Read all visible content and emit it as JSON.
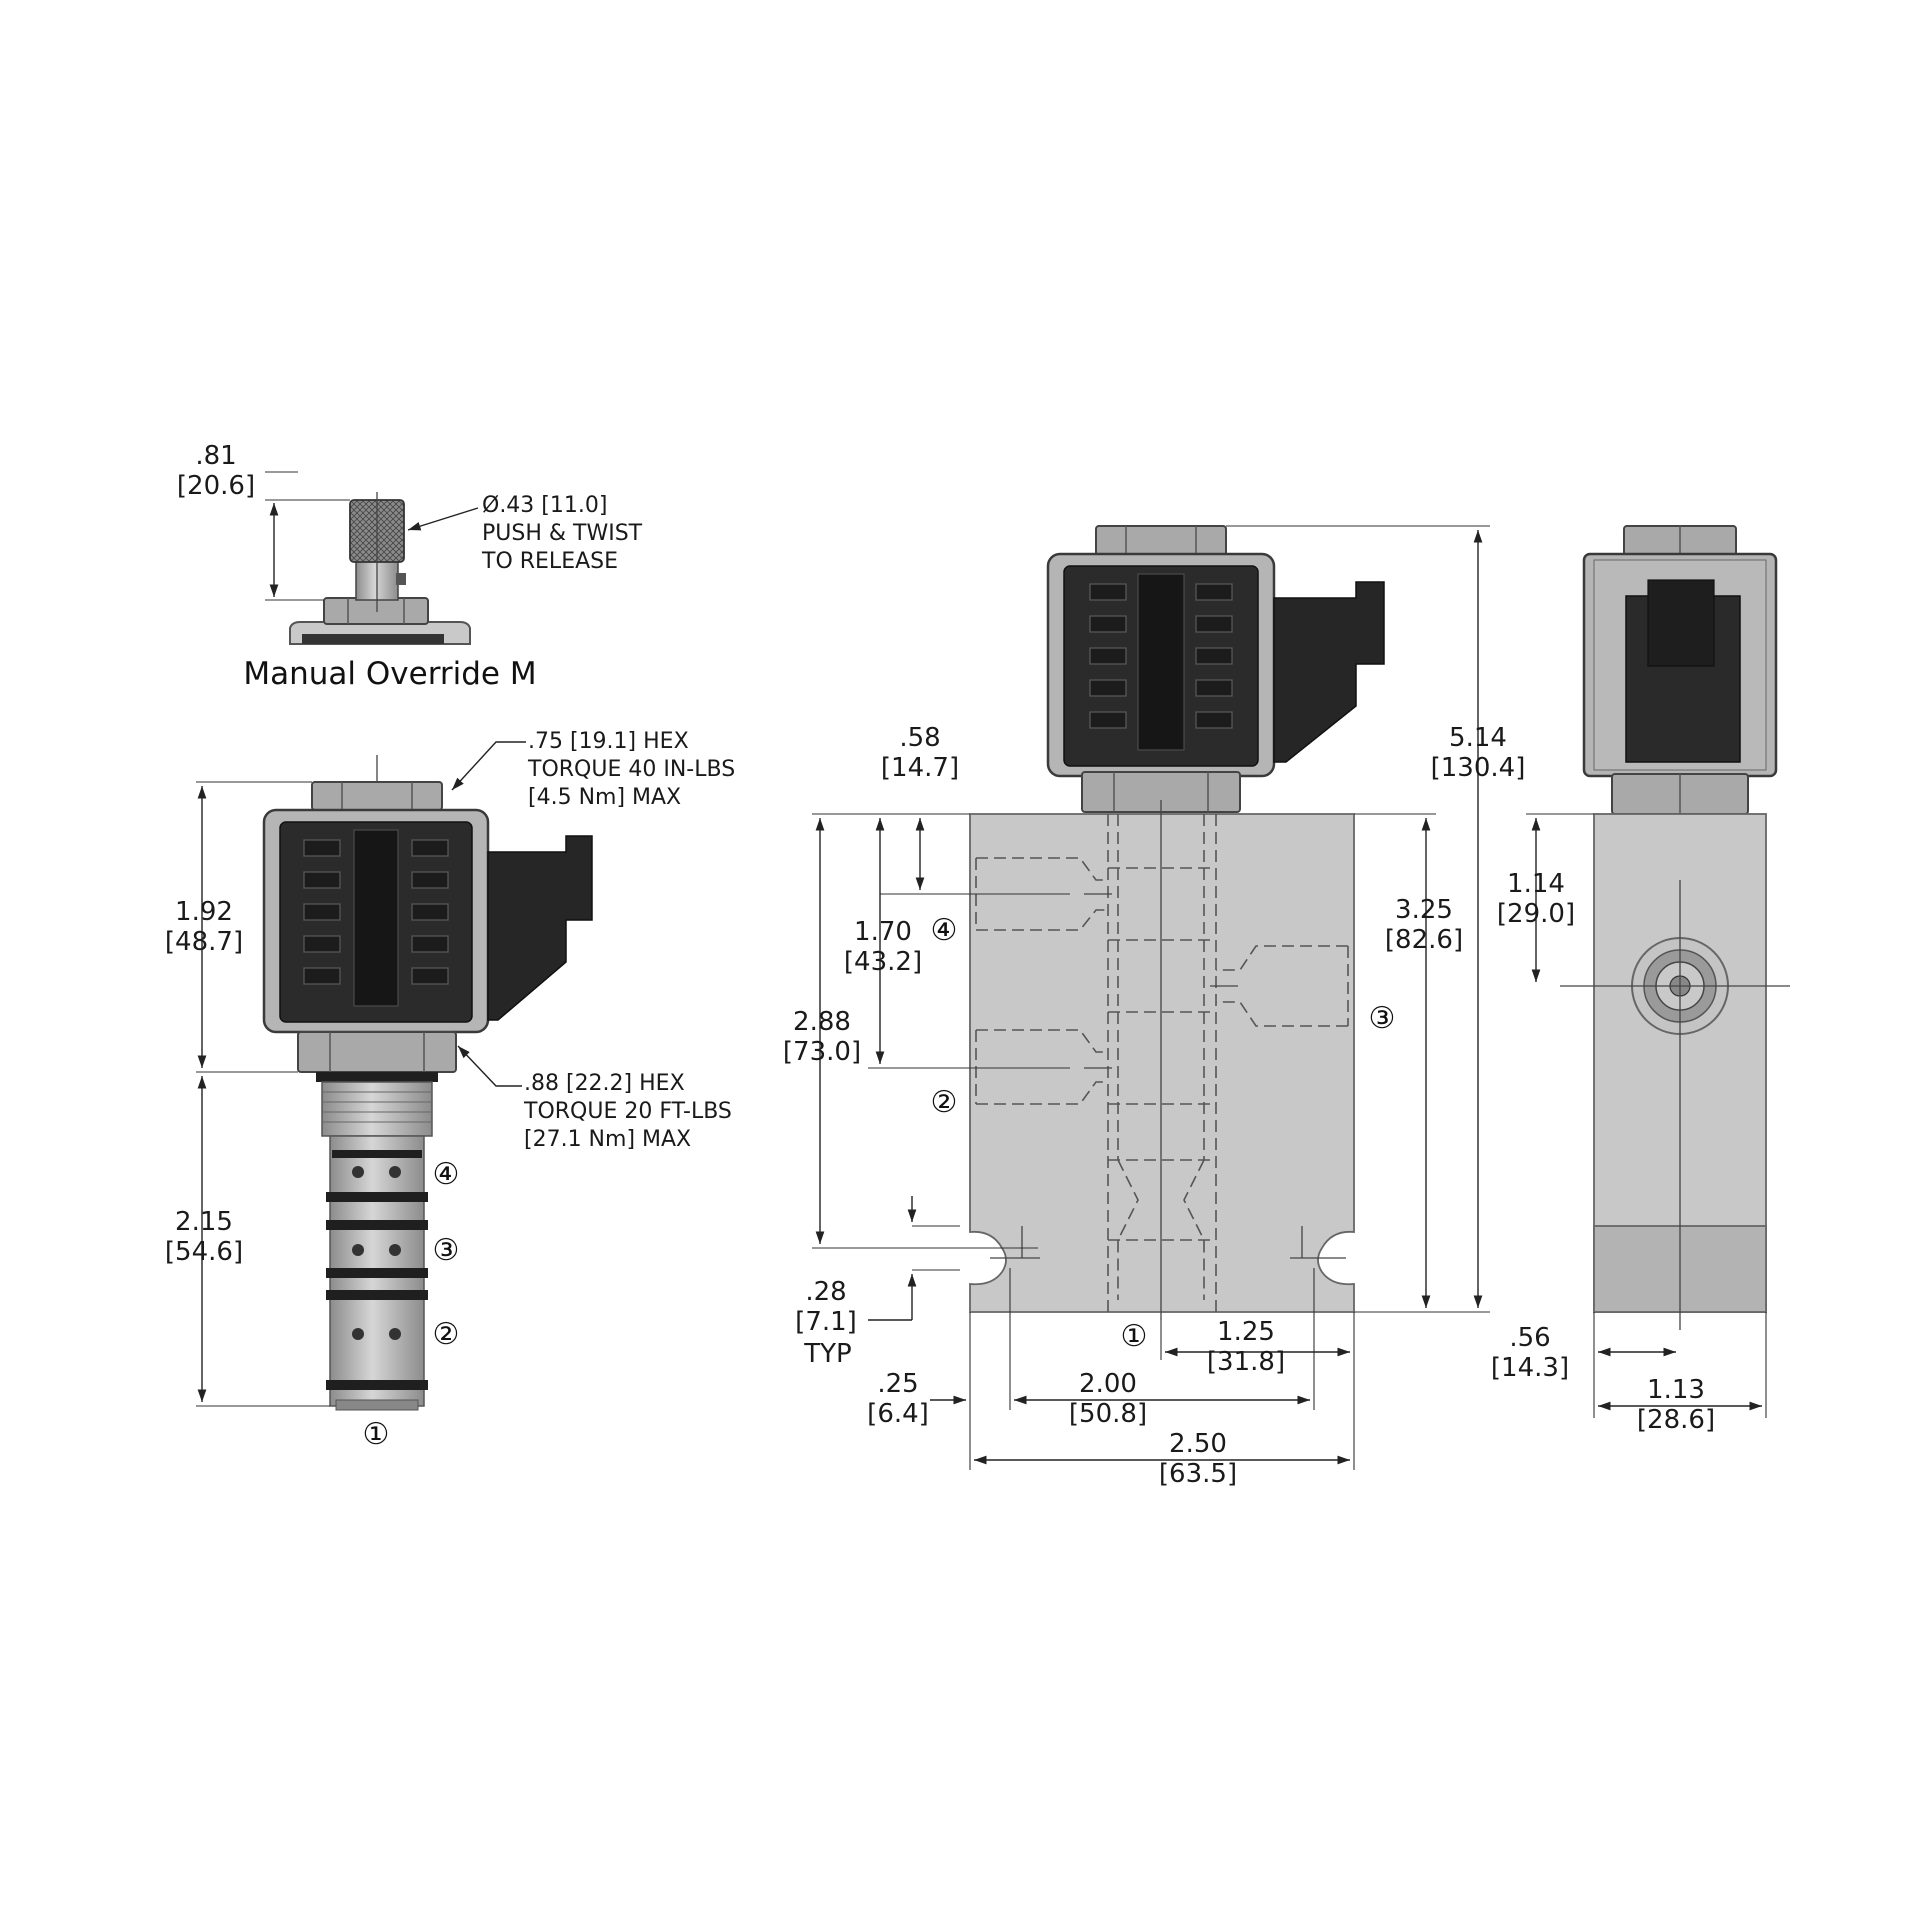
{
  "manual_override": {
    "title": "Manual Override M",
    "height_in": ".81",
    "height_mm": "[20.6]",
    "note_1": "Ø.43 [11.0]",
    "note_2": "PUSH & TWIST",
    "note_3": "TO RELEASE"
  },
  "cartridge_view": {
    "hex_top_1": ".75 [19.1] HEX",
    "hex_top_2": "TORQUE 40 IN-LBS",
    "hex_top_3": "[4.5 Nm] MAX",
    "hex_bottom_1": ".88 [22.2] HEX",
    "hex_bottom_2": "TORQUE 20 FT-LBS",
    "hex_bottom_3": "[27.1 Nm] MAX",
    "coil_height_in": "1.92",
    "coil_height_mm": "[48.7]",
    "cartridge_length_in": "2.15",
    "cartridge_length_mm": "[54.6]",
    "ports": [
      "①",
      "②",
      "③",
      "④"
    ]
  },
  "front_view": {
    "d058_in": ".58",
    "d058_mm": "[14.7]",
    "d170_in": "1.70",
    "d170_mm": "[43.2]",
    "d288_in": "2.88",
    "d288_mm": "[73.0]",
    "d028_in": ".28",
    "d028_mm": "[7.1]",
    "d028_typ": "TYP",
    "d025_in": ".25",
    "d025_mm": "[6.4]",
    "d200_in": "2.00",
    "d200_mm": "[50.8]",
    "d125_in": "1.25",
    "d125_mm": "[31.8]",
    "d250_in": "2.50",
    "d250_mm": "[63.5]",
    "d325_in": "3.25",
    "d325_mm": "[82.6]",
    "d514_in": "5.14",
    "d514_mm": "[130.4]",
    "ports": [
      "①",
      "②",
      "③",
      "④"
    ]
  },
  "side_view": {
    "d114_in": "1.14",
    "d114_mm": "[29.0]",
    "d056_in": ".56",
    "d056_mm": "[14.3]",
    "d113_in": "1.13",
    "d113_mm": "[28.6]"
  }
}
